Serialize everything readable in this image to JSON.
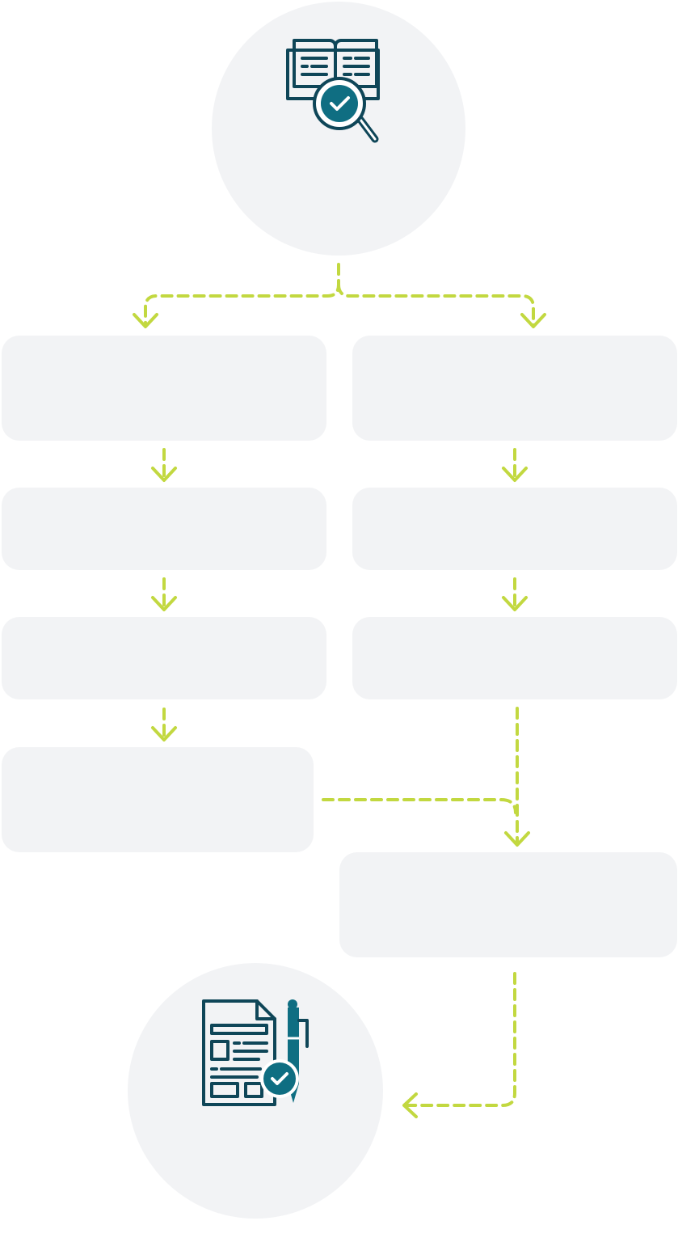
{
  "colors": {
    "node_fill": "#f2f3f5",
    "accent": "#c2d840",
    "icon_dark": "#0f4658",
    "icon_teal": "#0f6e82",
    "icon_light": "#ffffff"
  },
  "icons": {
    "start": "book-search-check-icon",
    "end": "contract-pen-check-icon"
  },
  "nodes": [
    {
      "id": "start",
      "shape": "circle",
      "icon": "book-search-check-icon",
      "text": ""
    },
    {
      "id": "left-1",
      "shape": "box",
      "text": ""
    },
    {
      "id": "left-2",
      "shape": "box",
      "text": ""
    },
    {
      "id": "left-3",
      "shape": "box",
      "text": ""
    },
    {
      "id": "left-4",
      "shape": "box",
      "text": ""
    },
    {
      "id": "right-1",
      "shape": "box",
      "text": ""
    },
    {
      "id": "right-2",
      "shape": "box",
      "text": ""
    },
    {
      "id": "right-3",
      "shape": "box",
      "text": ""
    },
    {
      "id": "merge",
      "shape": "box",
      "text": ""
    },
    {
      "id": "end",
      "shape": "circle",
      "icon": "contract-pen-check-icon",
      "text": ""
    }
  ],
  "edges": [
    {
      "from": "start",
      "to": "left-1"
    },
    {
      "from": "start",
      "to": "right-1"
    },
    {
      "from": "left-1",
      "to": "left-2"
    },
    {
      "from": "left-2",
      "to": "left-3"
    },
    {
      "from": "left-3",
      "to": "left-4"
    },
    {
      "from": "right-1",
      "to": "right-2"
    },
    {
      "from": "right-2",
      "to": "right-3"
    },
    {
      "from": "right-3",
      "to": "merge"
    },
    {
      "from": "left-4",
      "to": "merge"
    },
    {
      "from": "merge",
      "to": "end"
    }
  ]
}
